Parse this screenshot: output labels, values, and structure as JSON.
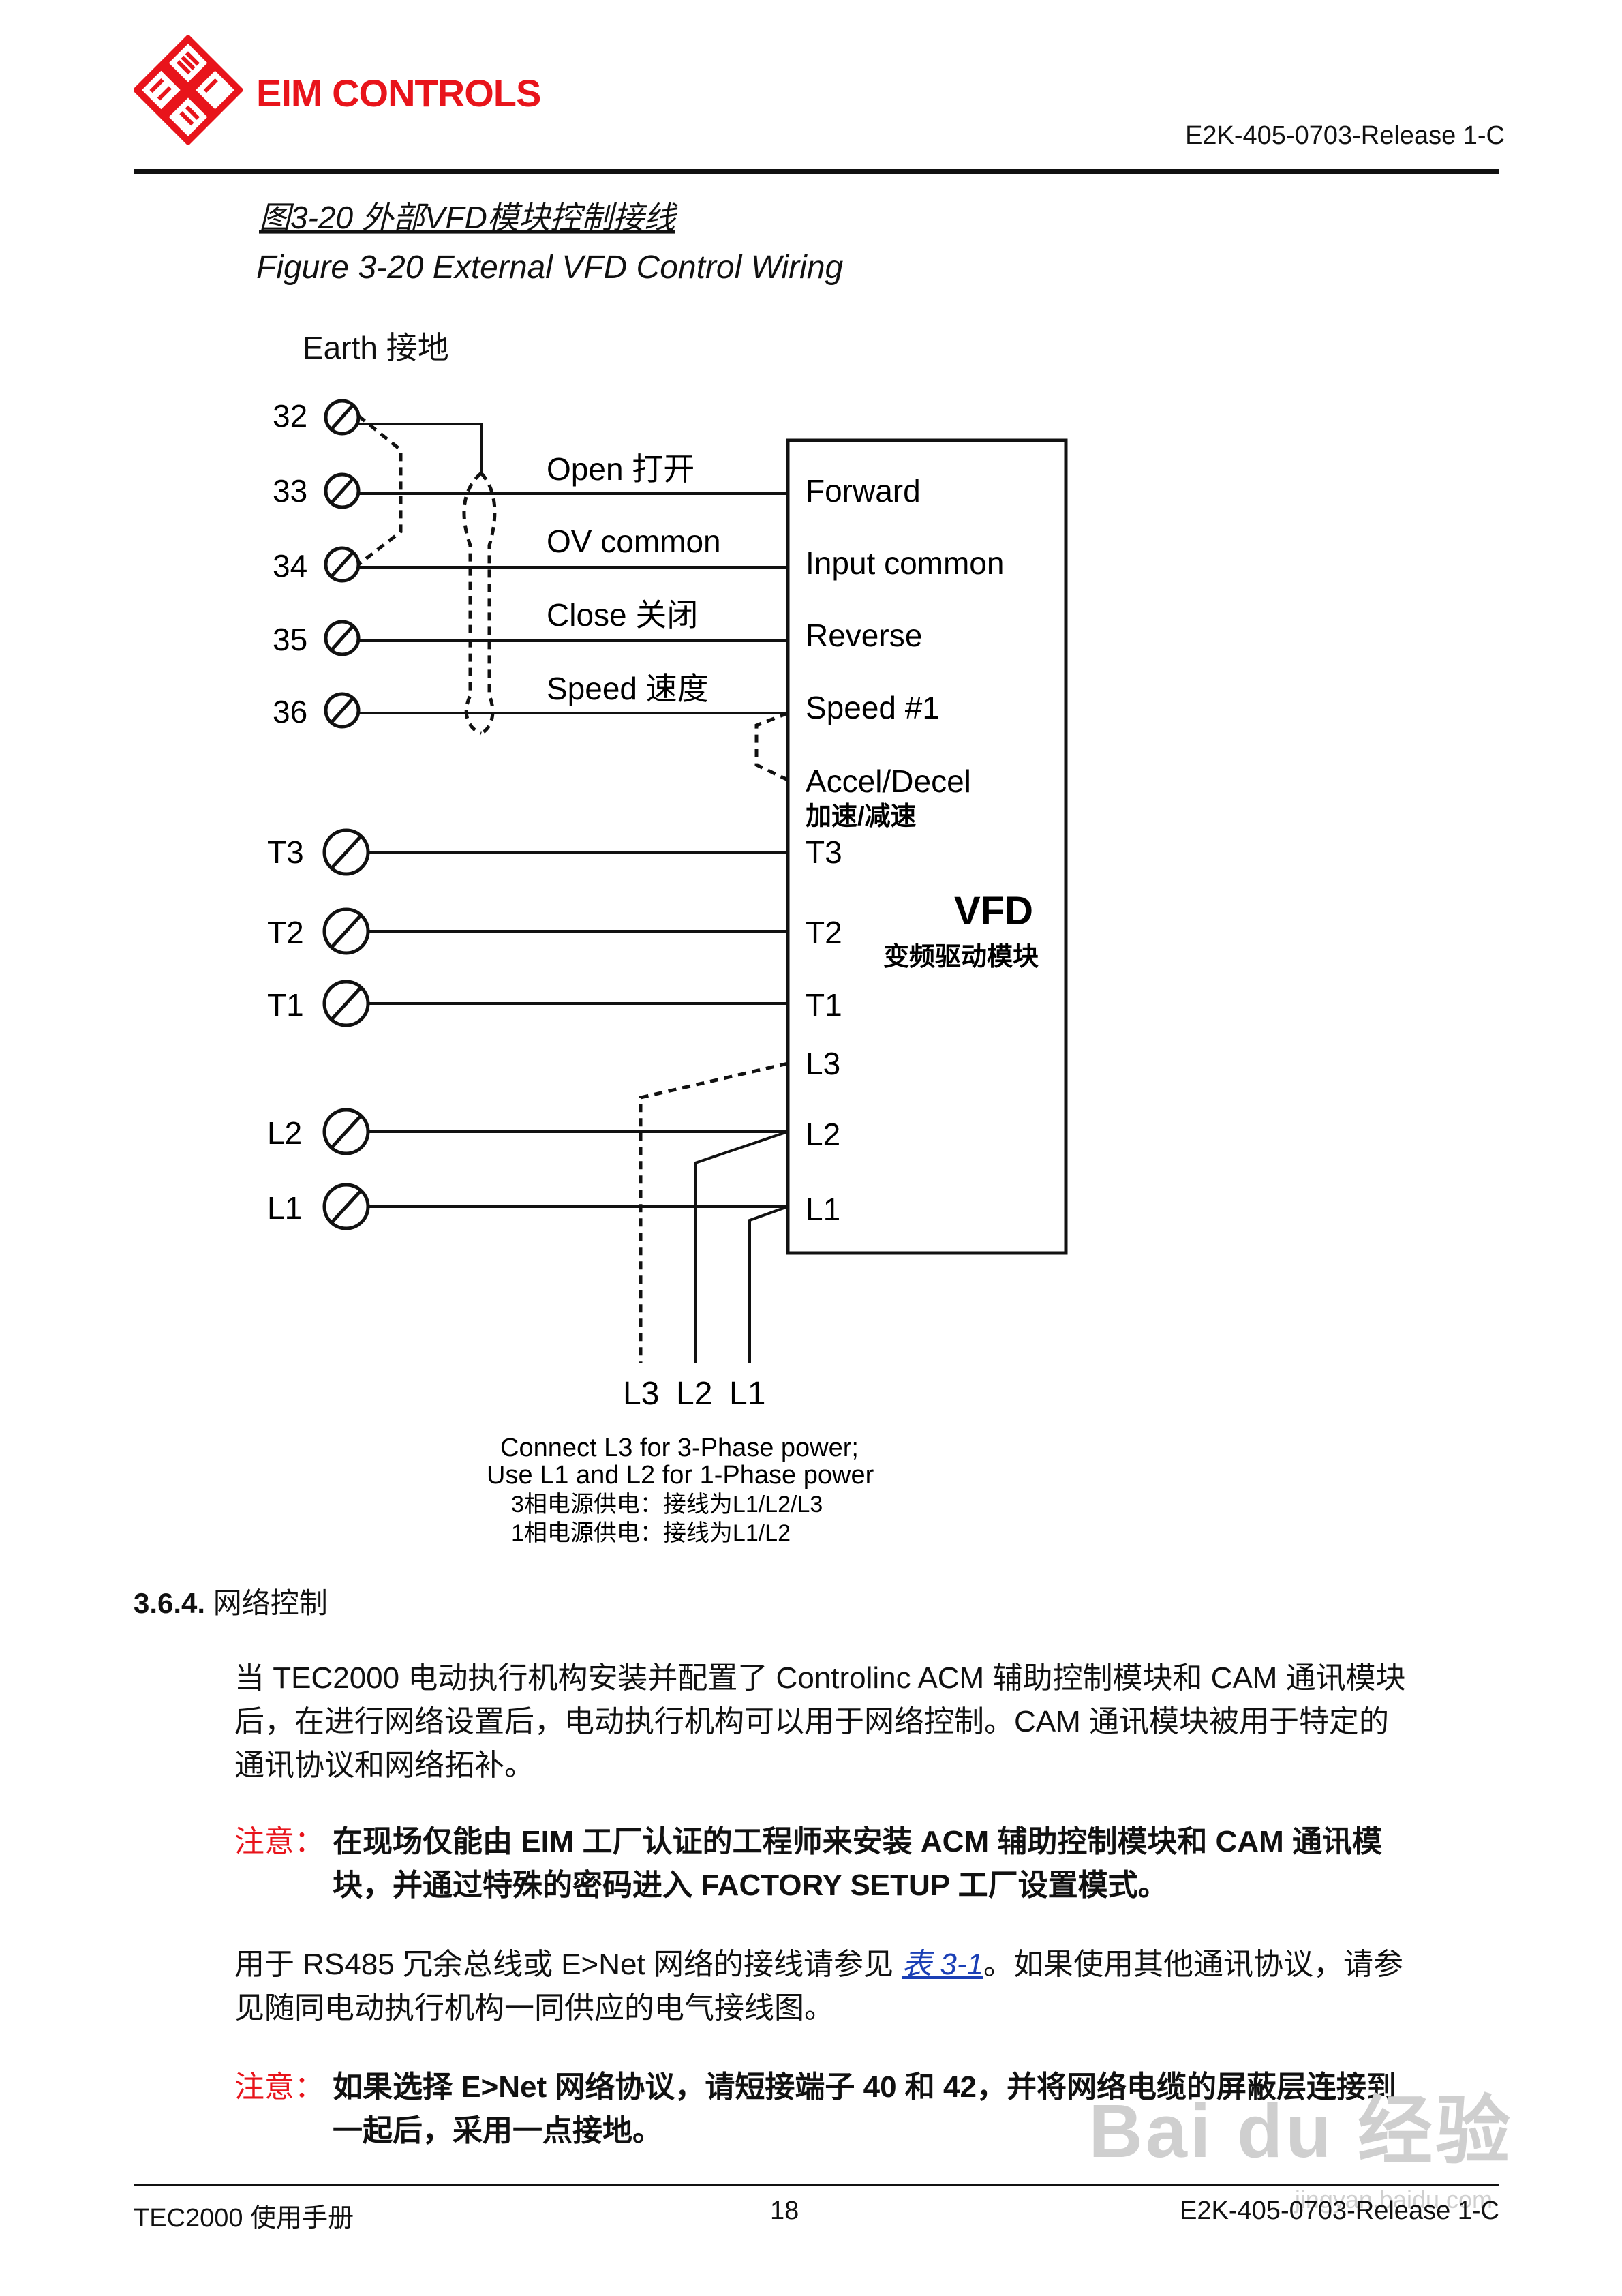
{
  "header": {
    "brand": "EIM CONTROLS",
    "doc_id": "E2K-405-0703-Release 1-C"
  },
  "figure": {
    "title_cn": "图3-20 外部VFD模块控制接线",
    "title_en": "Figure 3-20 External VFD Control Wiring",
    "earth_label": "Earth 接地",
    "terminals": [
      "32",
      "33",
      "34",
      "35",
      "36",
      "T3",
      "T2",
      "T1",
      "L2",
      "L1"
    ],
    "wire_labels": [
      "Open 打开",
      "OV common",
      "Close 关闭",
      "Speed 速度"
    ],
    "vfd_inputs": [
      "Forward",
      "Input common",
      "Reverse",
      "Speed #1",
      "Accel/Decel",
      "加速/减速",
      "T3",
      "T2",
      "T1",
      "L3",
      "L2",
      "L1"
    ],
    "vfd_title": "VFD",
    "vfd_subtitle": "变频驱动模块",
    "power_labels": [
      "L3",
      "L2",
      "L1"
    ],
    "power_note": [
      "Connect L3 for 3-Phase power;",
      "Use L1 and L2 for 1-Phase power",
      "3相电源供电：接线为L1/L2/L3",
      "1相电源供电：接线为L1/L2"
    ]
  },
  "section": {
    "number": "3.6.4.",
    "title": "网络控制"
  },
  "paragraphs": {
    "p1": [
      "当 TEC2000 电动执行机构安装并配置了 Controlinc ACM 辅助控制模块和 CAM 通讯模块",
      "后，在进行网络设置后，电动执行机构可以用于网络控制。CAM 通讯模块被用于特定的",
      "通讯协议和网络拓补。"
    ],
    "note1_label": "注意：",
    "note1": [
      "在现场仅能由 EIM 工厂认证的工程师来安装 ACM 辅助控制模块和 CAM 通讯模",
      "块，并通过特殊的密码进入 FACTORY SETUP 工厂设置模式。"
    ],
    "p2_before": "用于 RS485 冗余总线或 E>Net 网络的接线请参见 ",
    "p2_link": "表 3-1",
    "p2_after": "。如果使用其他通讯协议，请参",
    "p2_line2": "见随同电动执行机构一同供应的电气接线图。",
    "note2_label": "注意：",
    "note2": [
      "如果选择 E>Net 网络协议，请短接端子 40 和 42，并将网络电缆的屏蔽层连接到",
      "一起后，采用一点接地。"
    ]
  },
  "footer": {
    "left": "TEC2000 使用手册",
    "page": "18",
    "right": "E2K-405-0703-Release 1-C"
  },
  "watermark": {
    "text": "Bai du 经验",
    "sub": "jingyan.baidu.com"
  }
}
